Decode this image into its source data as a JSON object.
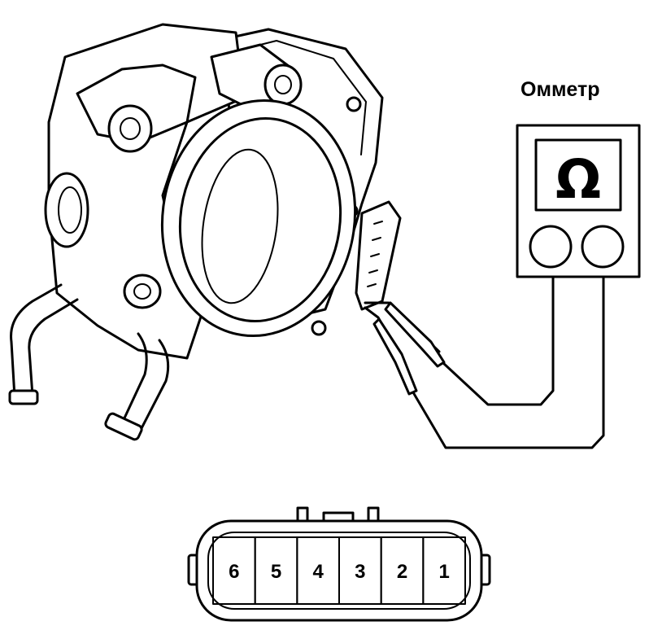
{
  "meter": {
    "label": "Омметр",
    "symbol": "Ω"
  },
  "connector": {
    "pins": [
      "6",
      "5",
      "4",
      "3",
      "2",
      "1"
    ]
  }
}
